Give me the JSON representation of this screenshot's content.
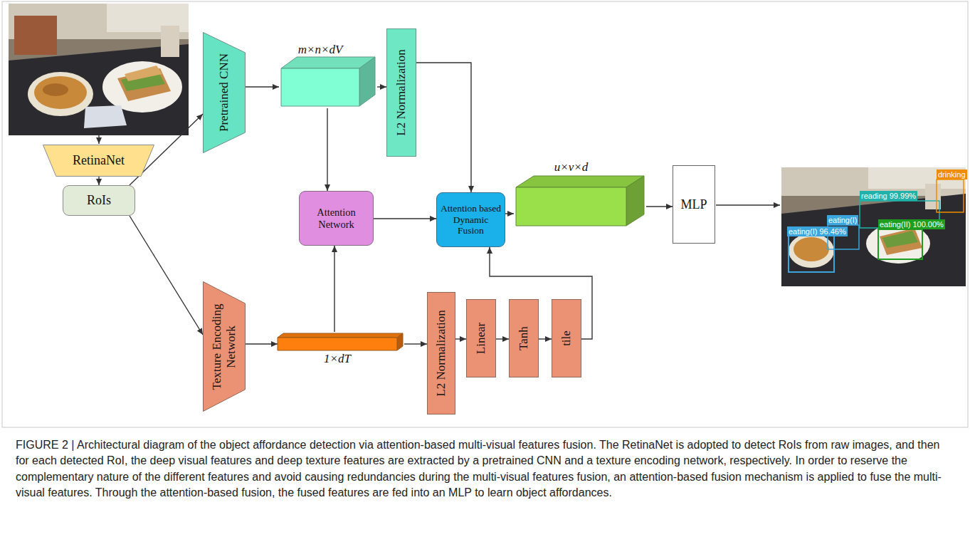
{
  "diagram": {
    "caption": "FIGURE 2 | Architectural diagram of the object affordance detection via attention-based multi-visual features fusion. The RetinaNet is adopted to detect RoIs from raw images, and then for each detected RoI, the deep visual features and deep texture features are extracted by a pretrained CNN and a texture encoding network, respectively. In order to reserve the complementary nature of the different features and avoid causing redundancies during the multi-visual features fusion, an attention-based fusion mechanism is applied to fuse the multi-visual features. Through the attention-based fusion, the fused features are fed into an MLP to learn object affordances.",
    "nodes": [
      {
        "text": [
          "RetinaNet"
        ]
      },
      {
        "text": [
          "RoIs"
        ]
      },
      {
        "text": [
          "Pretrained CNN"
        ]
      },
      {
        "text": [
          "m×n×dV"
        ]
      },
      {
        "text": [
          "L2 Normalization"
        ]
      },
      {
        "text": [
          "Attention Network"
        ]
      },
      {
        "text": [
          "Attention based Dynamic Fusion"
        ]
      },
      {
        "text": [
          "u×v×d"
        ]
      },
      {
        "text": [
          "MLP"
        ]
      },
      {
        "text": [
          "Texture Encoding Network"
        ]
      },
      {
        "text": [
          "1×dT"
        ]
      },
      {
        "text": [
          "L2 Normalization"
        ]
      },
      {
        "text": [
          "Linear"
        ]
      },
      {
        "text": [
          "Tanh"
        ]
      },
      {
        "text": [
          "tile"
        ]
      }
    ],
    "edges": [
      {
        "from": 0,
        "to": 1,
        "arrow": "to"
      },
      {
        "from": 1,
        "to": 2,
        "arrow": "to"
      },
      {
        "from": 1,
        "to": 9,
        "arrow": "to"
      },
      {
        "from": 2,
        "to": 3,
        "arrow": "to"
      },
      {
        "from": 3,
        "to": 4,
        "arrow": "to"
      },
      {
        "from": 3,
        "to": 5,
        "arrow": "to"
      },
      {
        "from": 4,
        "to": 6,
        "arrow": "to"
      },
      {
        "from": 5,
        "to": 6,
        "arrow": "to"
      },
      {
        "from": 6,
        "to": 7,
        "arrow": "to"
      },
      {
        "from": 7,
        "to": 8,
        "arrow": "to"
      },
      {
        "from": 9,
        "to": 10,
        "arrow": "to"
      },
      {
        "from": 10,
        "to": 5,
        "arrow": "to"
      },
      {
        "from": 10,
        "to": 11,
        "arrow": "to"
      },
      {
        "from": 11,
        "to": 12,
        "arrow": "to"
      },
      {
        "from": 12,
        "to": 13,
        "arrow": "to"
      },
      {
        "from": 13,
        "to": 14,
        "arrow": "to"
      },
      {
        "from": 14,
        "to": 6,
        "arrow": "to"
      }
    ],
    "labels": [
      "reading 99.99%",
      "drinking",
      "eating(I) 96.46%",
      "eating(I)",
      "eating(II) 100.00%"
    ]
  }
}
